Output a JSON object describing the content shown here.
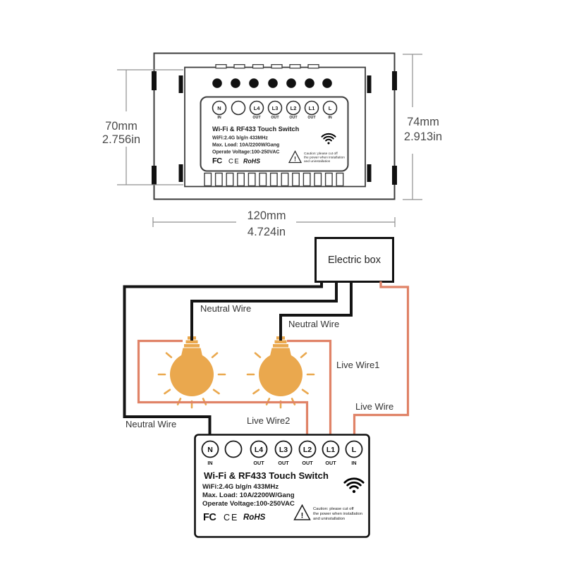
{
  "colors": {
    "outline": "#3c3c3c",
    "dimension_line": "#909090",
    "wire_neutral": "#141414",
    "wire_live": "#e08367",
    "bulb": "#eaa84e",
    "text": "#3a3a3a"
  },
  "icons": {
    "wifi": "wifi-icon",
    "caution": "warning-triangle-icon",
    "bulb": "light-bulb-icon"
  },
  "dimension_labels": {
    "height_inner_mm": "70mm",
    "height_inner_in": "2.756in",
    "height_outer_mm": "74mm",
    "height_outer_in": "2.913in",
    "width_mm": "120mm",
    "width_in": "4.724in"
  },
  "switch_panel": {
    "title": "Wi-Fi & RF433 Touch Switch",
    "spec_wifi": "WiFi:2.4G b/g/n 433MHz",
    "spec_load": "Max. Load: 10A/2200W/Gang",
    "spec_voltage": "Operate Voltage:100-250VAC",
    "cert_fcc": "FC",
    "cert_ce": "CE",
    "cert_rohs": "RoHS",
    "caution_mark": "!",
    "caution_line1": "Caution: please cut off",
    "caution_line2": "the power when installation",
    "caution_line3": "and uninstallation",
    "terminals": [
      {
        "label": "N",
        "sub": "IN"
      },
      {
        "label": "",
        "sub": ""
      },
      {
        "label": "L4",
        "sub": "OUT"
      },
      {
        "label": "L3",
        "sub": "OUT"
      },
      {
        "label": "L2",
        "sub": "OUT"
      },
      {
        "label": "L1",
        "sub": "OUT"
      },
      {
        "label": "L",
        "sub": "IN"
      }
    ]
  },
  "wiring_diagram": {
    "electric_box_label": "Electric box",
    "wire_labels": {
      "neutral_bulb1": "Neutral Wire",
      "neutral_bulb2": "Neutral Wire",
      "neutral_switch": "Neutral Wire",
      "live_wire1": "Live Wire1",
      "live_wire2": "Live Wire2",
      "live_main": "Live Wire"
    }
  }
}
